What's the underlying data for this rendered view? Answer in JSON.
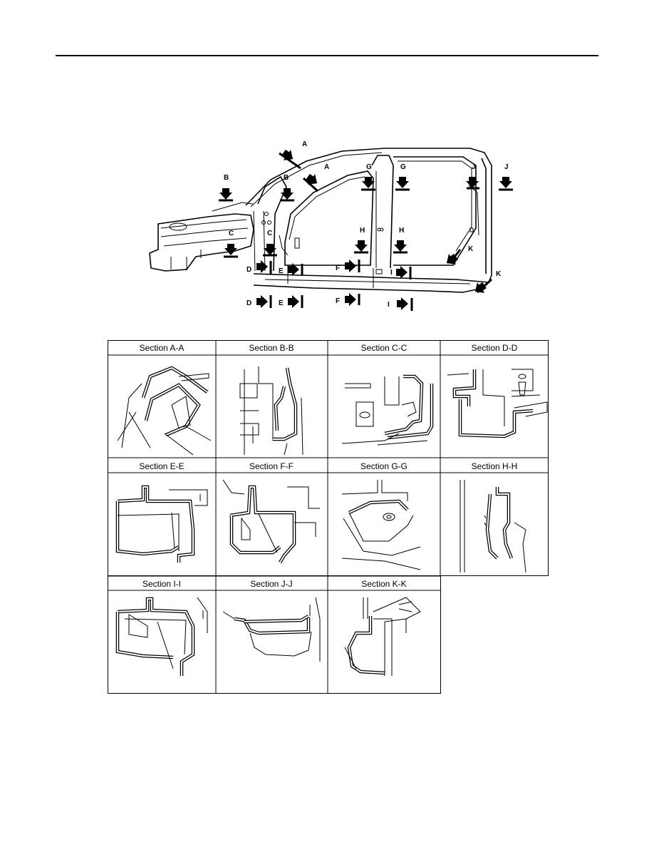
{
  "diagram": {
    "cut_markers": [
      {
        "id": "A1",
        "label": "A"
      },
      {
        "id": "A2",
        "label": "A"
      },
      {
        "id": "B1",
        "label": "B"
      },
      {
        "id": "B2",
        "label": "B"
      },
      {
        "id": "C1",
        "label": "C"
      },
      {
        "id": "C2",
        "label": "C"
      },
      {
        "id": "D1",
        "label": "D"
      },
      {
        "id": "D2",
        "label": "D"
      },
      {
        "id": "E1",
        "label": "E"
      },
      {
        "id": "E2",
        "label": "E"
      },
      {
        "id": "F1",
        "label": "F"
      },
      {
        "id": "F2",
        "label": "F"
      },
      {
        "id": "G1",
        "label": "G"
      },
      {
        "id": "G2",
        "label": "G"
      },
      {
        "id": "H1",
        "label": "H"
      },
      {
        "id": "H2",
        "label": "H"
      },
      {
        "id": "I1",
        "label": "I"
      },
      {
        "id": "I2",
        "label": "I"
      },
      {
        "id": "J1",
        "label": "J"
      },
      {
        "id": "J2",
        "label": "J"
      },
      {
        "id": "K1",
        "label": "K"
      },
      {
        "id": "K2",
        "label": "K"
      }
    ]
  },
  "sections": [
    {
      "title": "Section A-A"
    },
    {
      "title": "Section B-B"
    },
    {
      "title": "Section C-C"
    },
    {
      "title": "Section D-D"
    },
    {
      "title": "Section E-E"
    },
    {
      "title": "Section F-F"
    },
    {
      "title": "Section G-G"
    },
    {
      "title": "Section H-H"
    },
    {
      "title": "Section I-I"
    },
    {
      "title": "Section J-J"
    },
    {
      "title": "Section K-K"
    }
  ]
}
